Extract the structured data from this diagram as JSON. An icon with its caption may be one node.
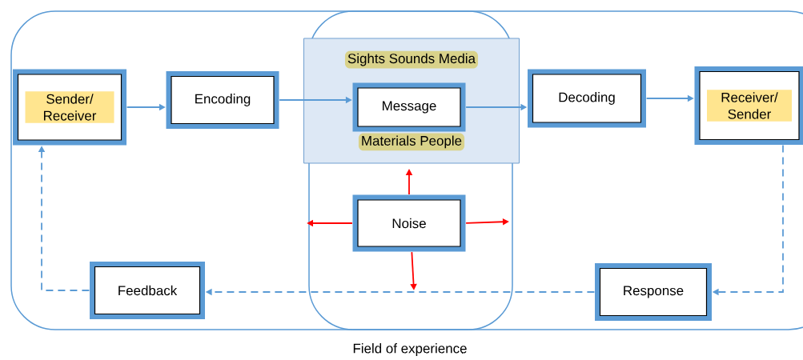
{
  "diagram": {
    "caption": "Field of experience",
    "nodes": [
      {
        "text": [
          "Sender/ Receiver"
        ]
      },
      {
        "text": [
          "Encoding"
        ]
      },
      {
        "text": [
          "Sights Sounds Media",
          "Materials People"
        ]
      },
      {
        "text": [
          "Message"
        ],
        "in": 2
      },
      {
        "text": [
          "Decoding"
        ]
      },
      {
        "text": [
          "Receiver/ Sender"
        ]
      },
      {
        "text": [
          "Noise"
        ]
      },
      {
        "text": [
          "Response"
        ]
      },
      {
        "text": [
          "Feedback"
        ]
      }
    ],
    "edges": [
      {
        "from": 0,
        "to": 1,
        "arrow": "to"
      },
      {
        "from": 1,
        "to": 3,
        "arrow": "to"
      },
      {
        "from": 3,
        "to": 4,
        "arrow": "to"
      },
      {
        "from": 4,
        "to": 5,
        "arrow": "to"
      },
      {
        "from": 5,
        "to": 7,
        "arrow": "to",
        "style": "dashed"
      },
      {
        "from": 7,
        "to": 8,
        "arrow": "to",
        "style": "dashed"
      },
      {
        "from": 8,
        "to": 0,
        "arrow": "to",
        "style": "dashed"
      },
      {
        "from": 6,
        "to": 2,
        "arrow": "to",
        "color": "#ff0000"
      },
      {
        "from": 6,
        "to": null,
        "arrow": "to",
        "color": "#ff0000"
      },
      {
        "from": 6,
        "to": null,
        "arrow": "to",
        "color": "#ff0000"
      },
      {
        "from": 6,
        "to": null,
        "arrow": "to",
        "color": "#ff0000"
      }
    ]
  }
}
